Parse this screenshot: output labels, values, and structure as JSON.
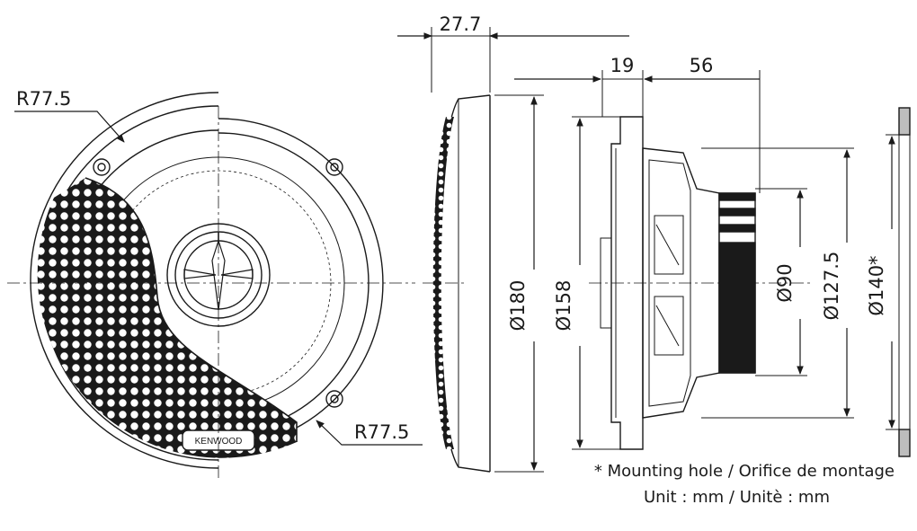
{
  "labels": {
    "radius_top": "R77.5",
    "radius_bottom": "R77.5",
    "depth_total": "27.7",
    "depth_flange": "19",
    "depth_basket": "56",
    "dia_overall": "Ø180",
    "dia_basket": "Ø158",
    "dia_magnet": "Ø90",
    "dia_frame": "Ø127.5",
    "dia_mounting": "Ø140*",
    "brand": "KENWOOD"
  },
  "notes": {
    "mounting": "* Mounting hole / Orifice de montage",
    "unit": "Unit : mm / Unitè : mm"
  },
  "colors": {
    "line": "#1a1a1a",
    "fill_dark": "#1a1a1a",
    "background": "#ffffff"
  }
}
